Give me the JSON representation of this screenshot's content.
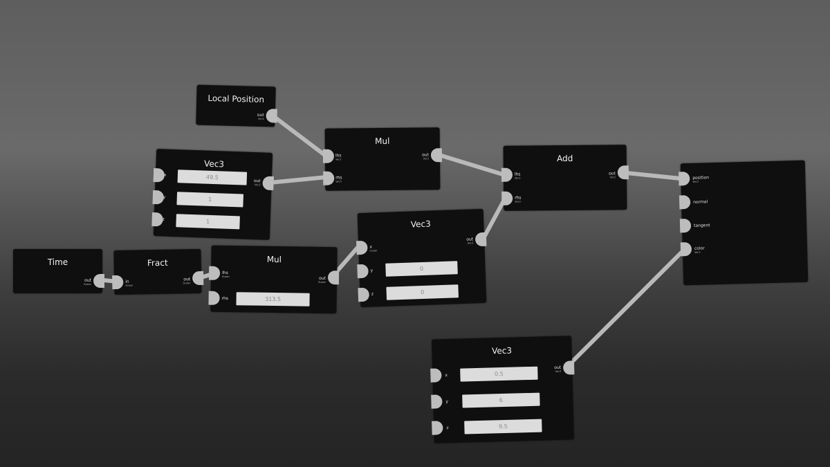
{
  "type_labels": {
    "vec3": "Vec3",
    "scalar": "Scalar"
  },
  "nodes": {
    "local_position": {
      "title": "Local Position",
      "out": "out"
    },
    "vec3_a": {
      "title": "Vec3",
      "out": "out",
      "inputs": {
        "x": "x",
        "y": "y",
        "z": "z"
      },
      "values": {
        "x": "49.5",
        "y": "1",
        "z": "1"
      }
    },
    "mul_a": {
      "title": "Mul",
      "lhs": "lhs",
      "rhs": "rhs",
      "out": "out"
    },
    "time": {
      "title": "Time",
      "out": "out"
    },
    "fract": {
      "title": "Fract",
      "in": "in",
      "out": "out"
    },
    "mul_b": {
      "title": "Mul",
      "lhs": "lhs",
      "rhs": "rhs",
      "out": "out",
      "rhs_value": "313.5"
    },
    "vec3_b": {
      "title": "Vec3",
      "out": "out",
      "inputs": {
        "x": "x",
        "y": "y",
        "z": "z"
      },
      "values": {
        "y": "0",
        "z": "0"
      }
    },
    "add": {
      "title": "Add",
      "lhs": "lhs",
      "rhs": "rhs",
      "out": "out"
    },
    "output": {
      "inputs": {
        "position": "position",
        "normal": "normal",
        "tangent": "tangent",
        "color": "color"
      }
    },
    "vec3_c": {
      "title": "Vec3",
      "out": "out",
      "inputs": {
        "x": "x",
        "y": "y",
        "z": "z"
      },
      "values": {
        "x": "0.5",
        "y": "6",
        "z": "9.5"
      }
    }
  }
}
